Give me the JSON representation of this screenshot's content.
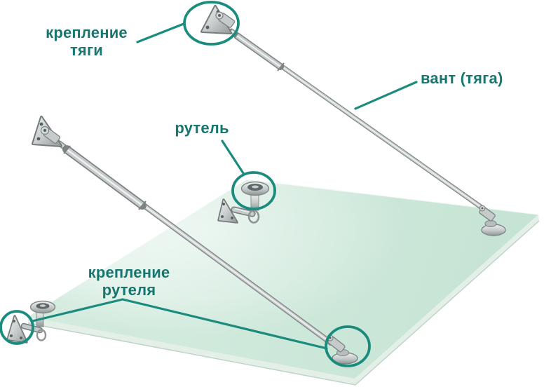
{
  "diagram": {
    "title_none_visible": "",
    "labels": {
      "tie_mount": {
        "line1": "крепление",
        "line2": "тяги"
      },
      "rod": {
        "text": "вант (тяга)"
      },
      "rutel": {
        "text": "рутель"
      },
      "rutel_mount": {
        "line1": "крепление",
        "line2": "рутеля"
      }
    },
    "colors": {
      "label_text": "#17766f",
      "callout_stroke": "#1b8b7e",
      "glass_tint": "#cde9db",
      "glass_edge": "#e4efe8",
      "metal_light": "#eef0f0",
      "metal_mid": "#c6cbcb",
      "metal_dark": "#7d8383",
      "background": "#ffffff"
    }
  }
}
